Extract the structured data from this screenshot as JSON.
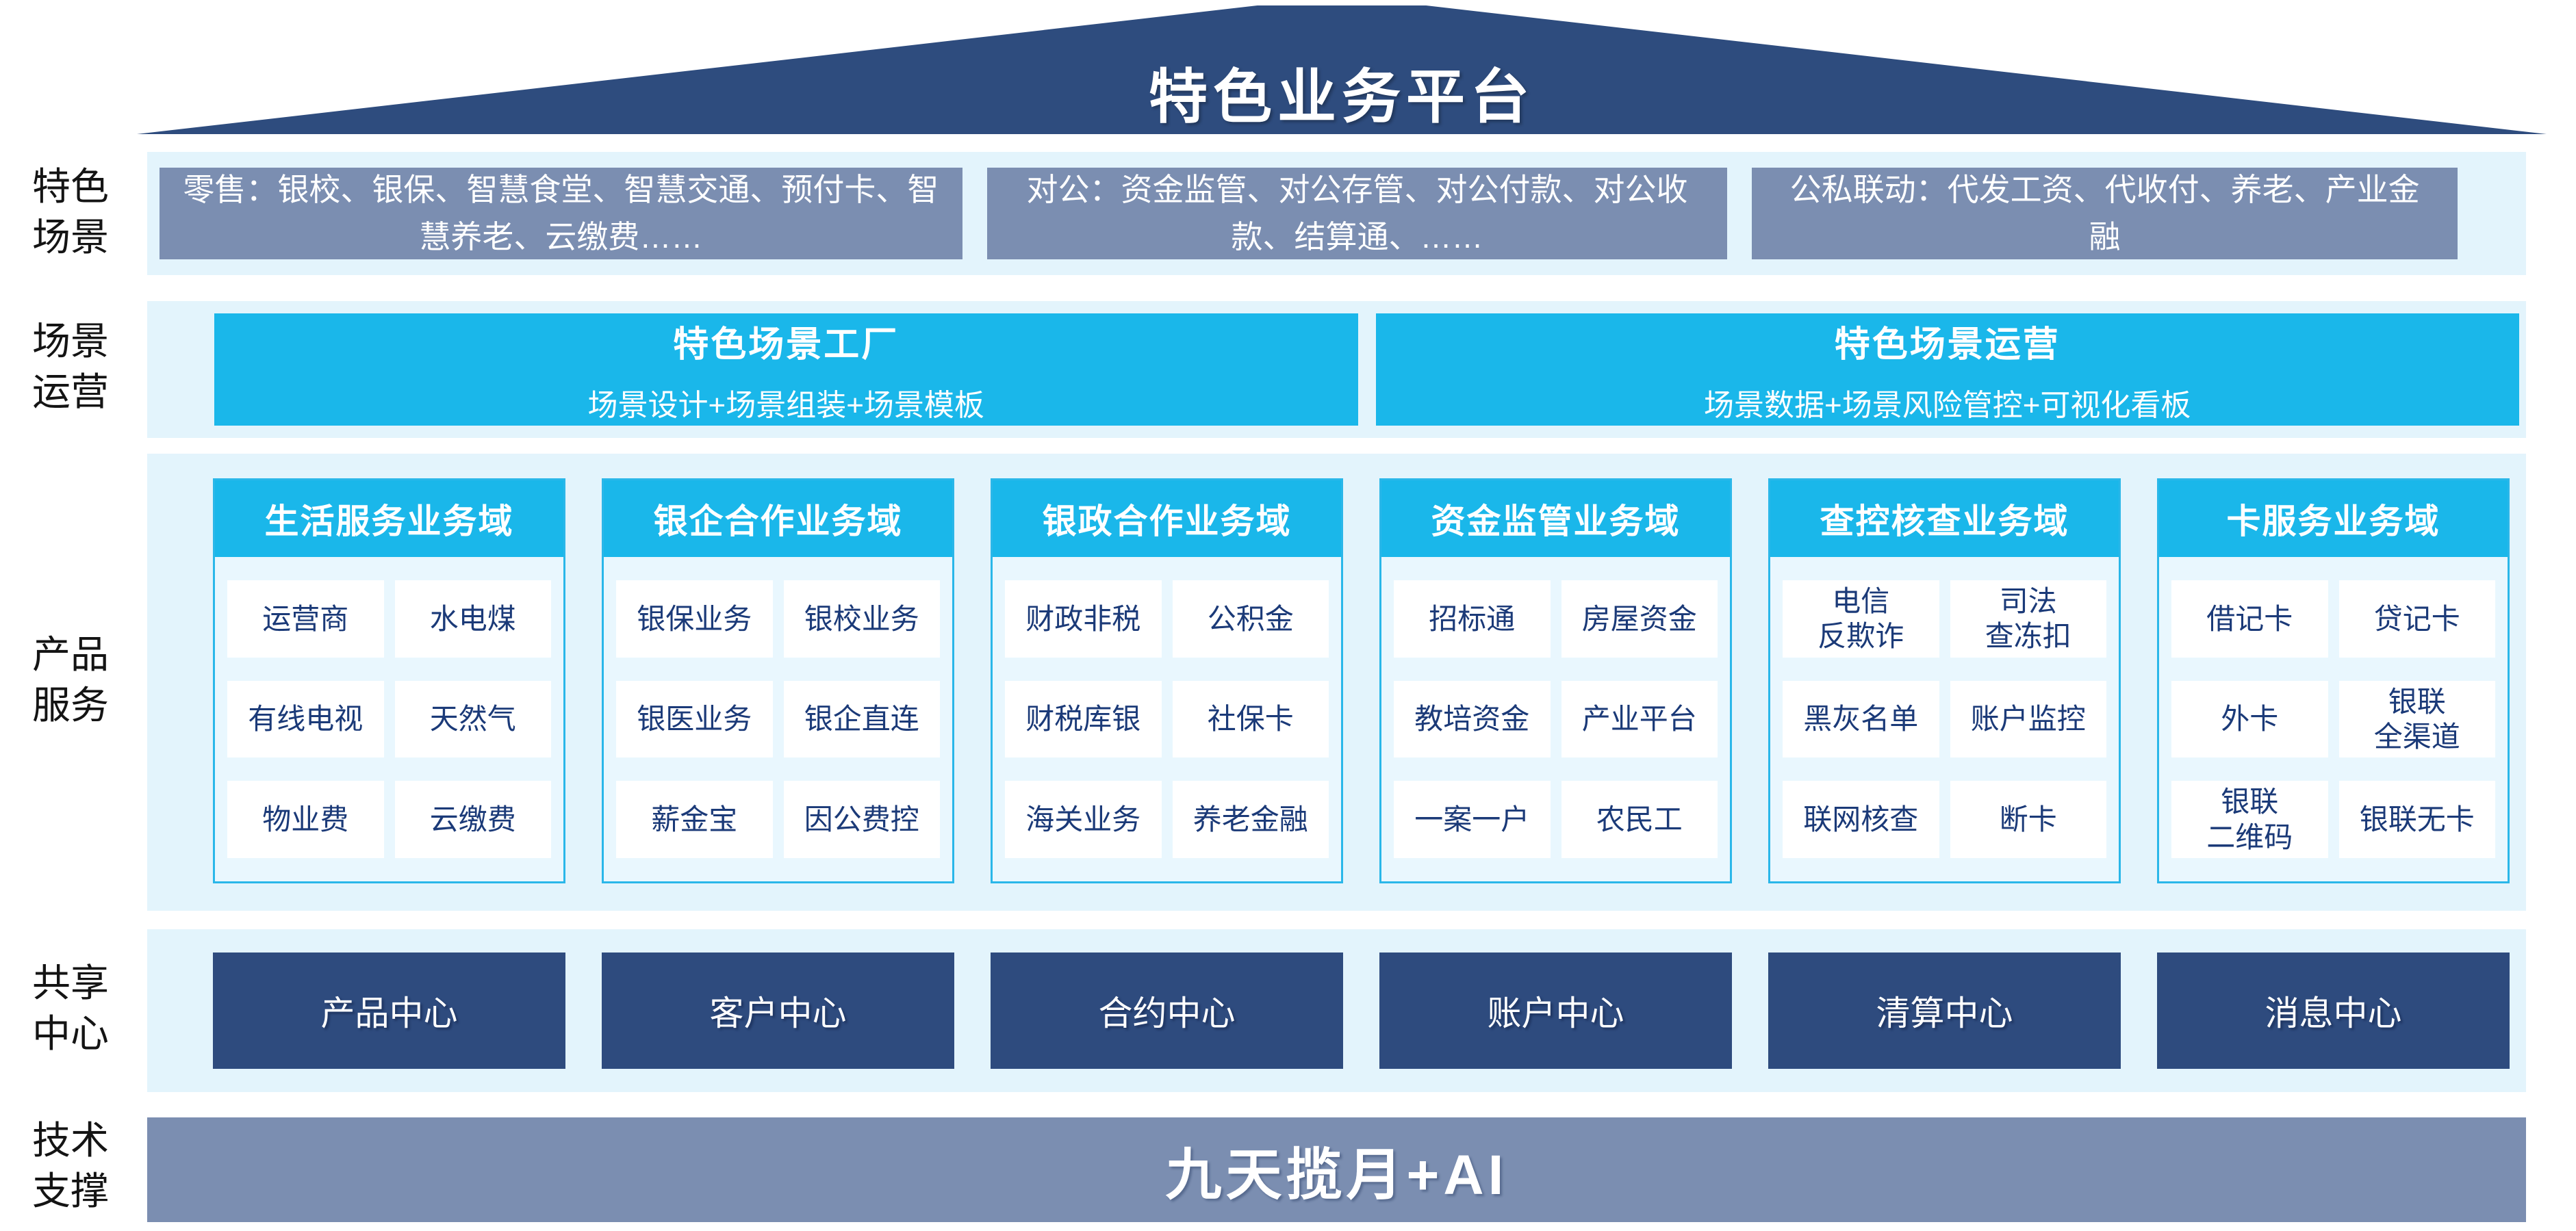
{
  "roof": {
    "title": "特色业务平台"
  },
  "rows": {
    "scenes": {
      "label": "特色\n场景",
      "boxes": [
        "零售：银校、银保、智慧食堂、智慧交通、预付卡、智慧养老、云缴费……",
        "对公：资金监管、对公存管、对公付款、对公收款、结算通、……",
        "公私联动：代发工资、代收付、养老、产业金融"
      ]
    },
    "operation": {
      "label": "场景\n运营",
      "cards": [
        {
          "title": "特色场景工厂",
          "subtitle": "场景设计+场景组装+场景模板"
        },
        {
          "title": "特色场景运营",
          "subtitle": "场景数据+场景风险管控+可视化看板"
        }
      ]
    },
    "products": {
      "label": "产品\n服务",
      "domains": [
        {
          "title": "生活服务业务域",
          "cells": [
            "运营商",
            "水电煤",
            "有线电视",
            "天然气",
            "物业费",
            "云缴费"
          ]
        },
        {
          "title": "银企合作业务域",
          "cells": [
            "银保业务",
            "银校业务",
            "银医业务",
            "银企直连",
            "薪金宝",
            "因公费控"
          ]
        },
        {
          "title": "银政合作业务域",
          "cells": [
            "财政非税",
            "公积金",
            "财税库银",
            "社保卡",
            "海关业务",
            "养老金融"
          ]
        },
        {
          "title": "资金监管业务域",
          "cells": [
            "招标通",
            "房屋资金",
            "教培资金",
            "产业平台",
            "一案一户",
            "农民工"
          ]
        },
        {
          "title": "查控核查业务域",
          "cells": [
            "电信\n反欺诈",
            "司法\n查冻扣",
            "黑灰名单",
            "账户监控",
            "联网核查",
            "断卡"
          ]
        },
        {
          "title": "卡服务业务域",
          "cells": [
            "借记卡",
            "贷记卡",
            "外卡",
            "银联\n全渠道",
            "银联\n二维码",
            "银联无卡"
          ]
        }
      ]
    },
    "shared": {
      "label": "共享\n中心",
      "centers": [
        "产品中心",
        "客户中心",
        "合约中心",
        "账户中心",
        "清算中心",
        "消息中心"
      ]
    },
    "tech": {
      "label": "技术\n支撑",
      "banner": "九天揽月+AI"
    }
  },
  "colors": {
    "roof_navy": "#2e4c7e",
    "band_light_blue": "#e3f4fc",
    "slate_blue": "#7b8eb1",
    "accent_cyan": "#1ab7ea",
    "domain_border_cyan": "#2ab7e9",
    "cell_text_navy": "#1b3a78",
    "center_navy": "#2e4b7e"
  }
}
